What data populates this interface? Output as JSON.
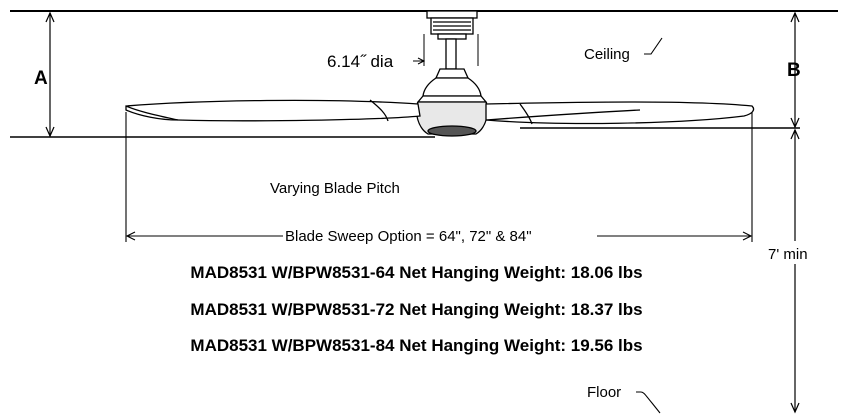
{
  "labels": {
    "ceiling": "Ceiling",
    "diameter": "6.14˝ dia",
    "dimension_a": "A",
    "dimension_b": "B",
    "blade_pitch": "Varying Blade Pitch",
    "blade_sweep": "Blade Sweep Option = 64\", 72\" & 84\"",
    "min_height": "7' min",
    "floor": "Floor"
  },
  "weights": [
    "MAD8531 W/BPW8531-64 Net Hanging Weight: 18.06 lbs",
    "MAD8531 W/BPW8531-72 Net Hanging Weight: 18.37 lbs",
    "MAD8531 W/BPW8531-84 Net Hanging Weight: 19.56 lbs"
  ]
}
